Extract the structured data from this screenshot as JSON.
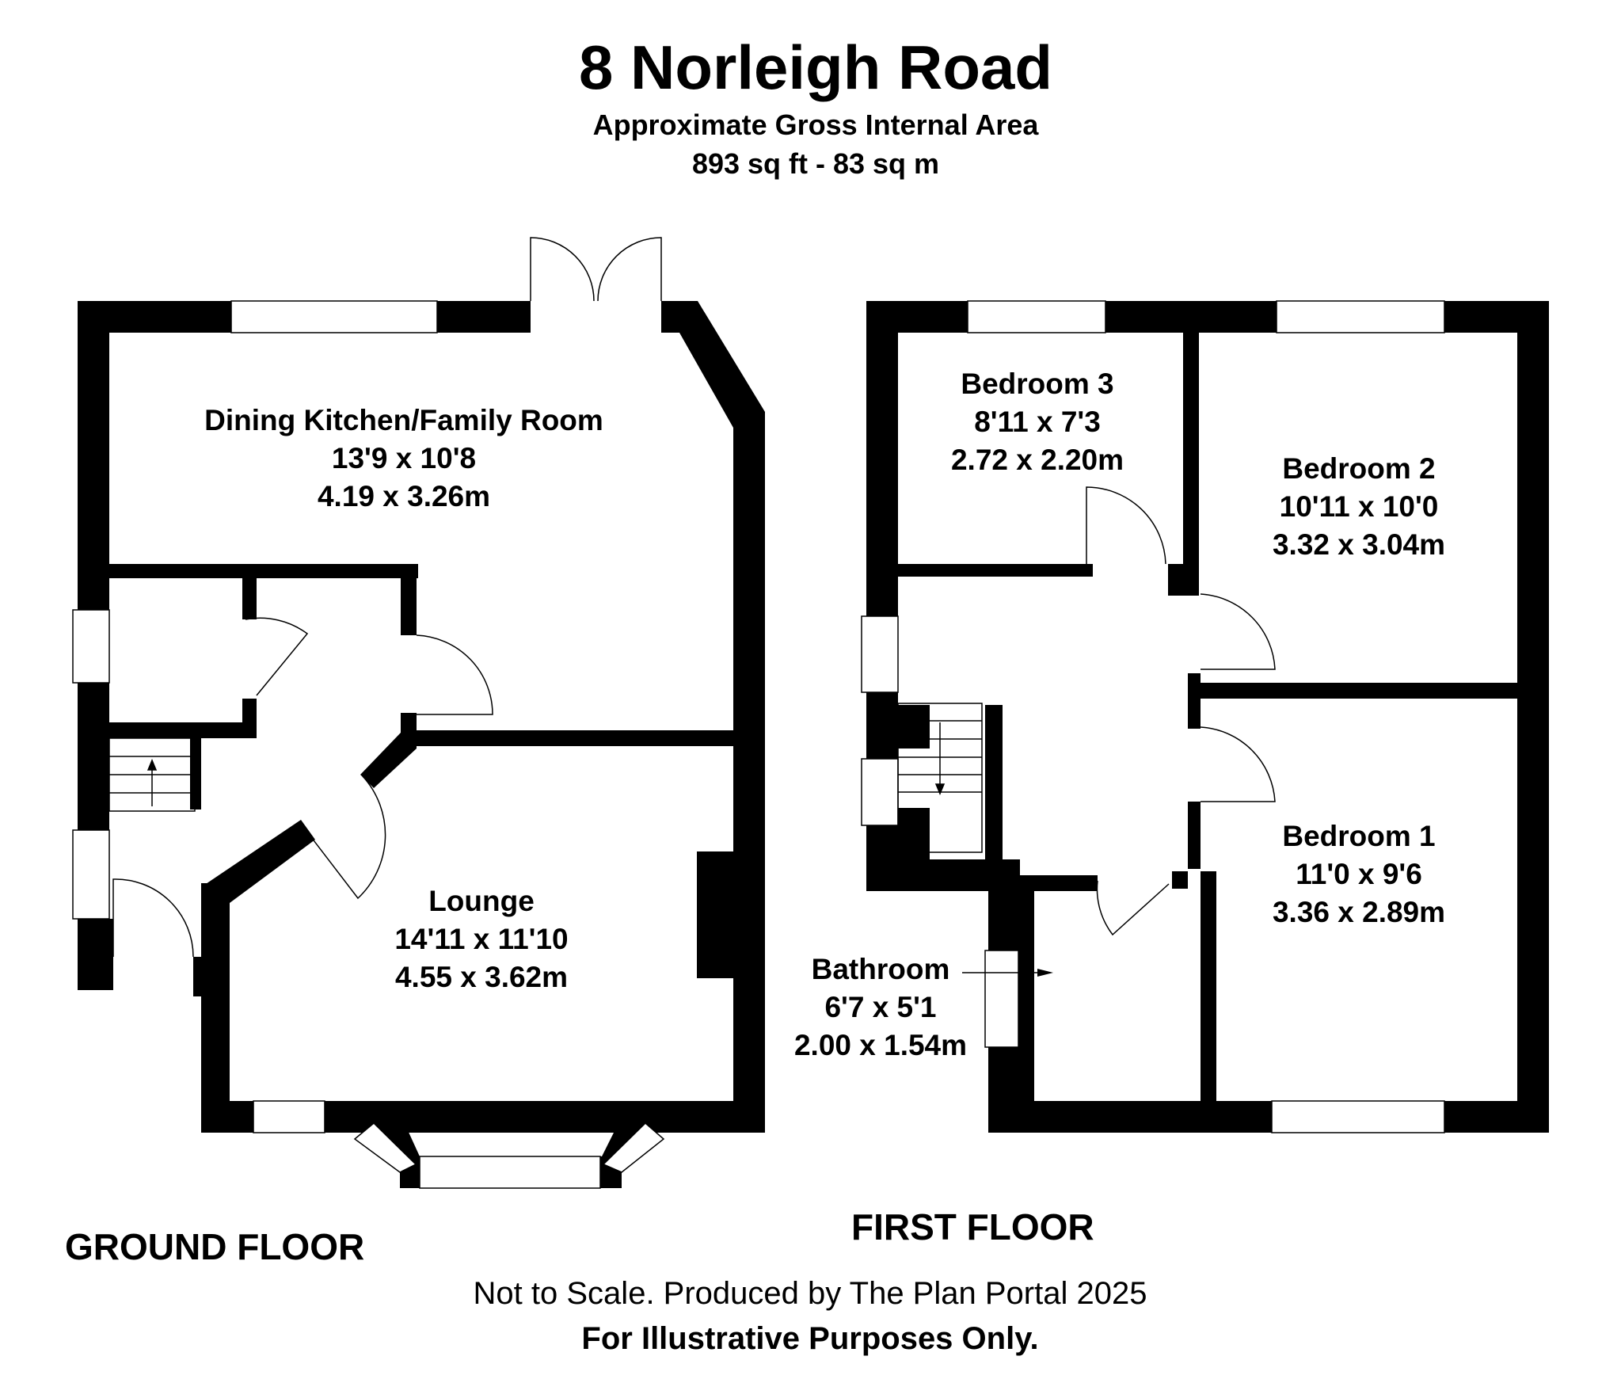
{
  "header": {
    "title": "8 Norleigh Road",
    "subtitle": "Approximate Gross Internal Area",
    "area": "893 sq ft - 83 sq m"
  },
  "ground_floor": {
    "label": "GROUND FLOOR",
    "rooms": [
      {
        "name": "Dining Kitchen/Family Room",
        "imperial": "13'9 x 10'8",
        "metric": "4.19 x 3.26m"
      },
      {
        "name": "Lounge",
        "imperial": "14'11 x 11'10",
        "metric": "4.55 x 3.62m"
      }
    ]
  },
  "first_floor": {
    "label": "FIRST FLOOR",
    "rooms": [
      {
        "name": "Bedroom 3",
        "imperial": "8'11 x 7'3",
        "metric": "2.72 x 2.20m"
      },
      {
        "name": "Bedroom 2",
        "imperial": "10'11 x 10'0",
        "metric": "3.32 x 3.04m"
      },
      {
        "name": "Bedroom 1",
        "imperial": "11'0 x 9'6",
        "metric": "3.36 x 2.89m"
      },
      {
        "name": "Bathroom",
        "imperial": "6'7 x 5'1",
        "metric": "2.00 x 1.54m"
      }
    ]
  },
  "footer": {
    "disclaimer": "Not to Scale. Produced by The Plan Portal 2025",
    "notice": "For Illustrative Purposes Only."
  }
}
